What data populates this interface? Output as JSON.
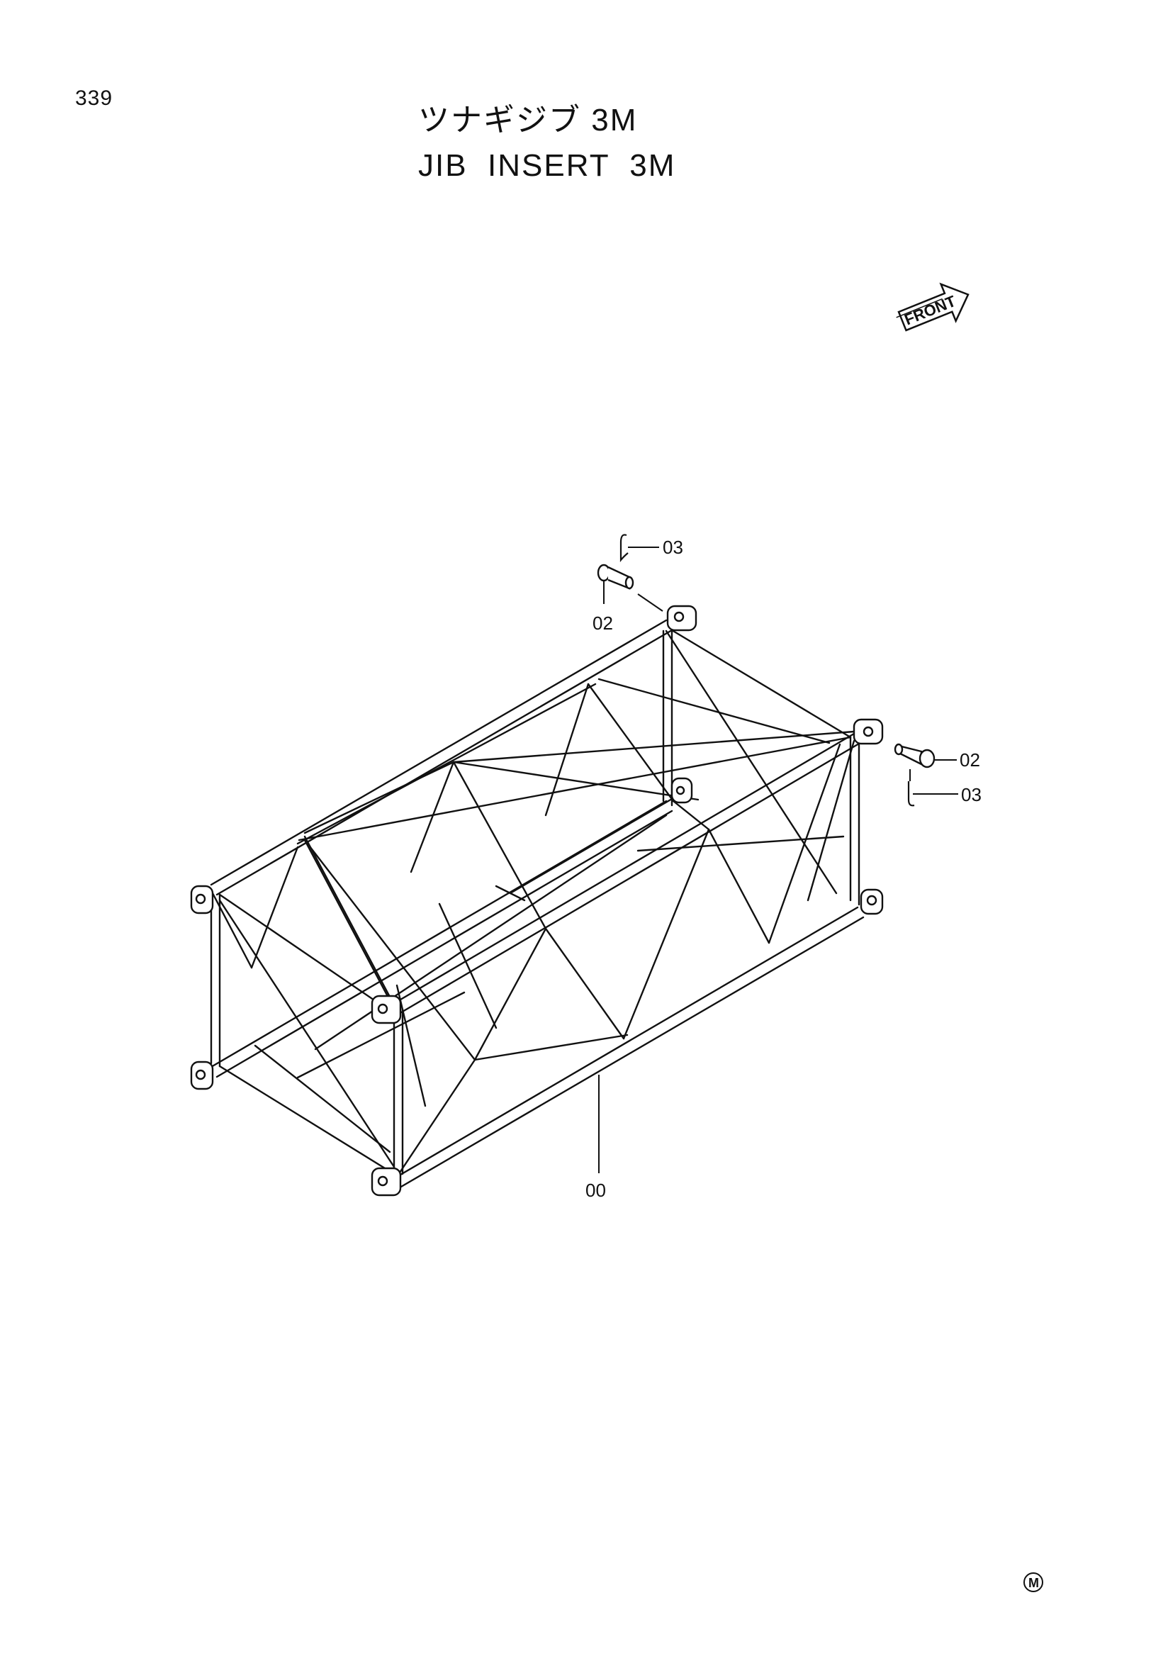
{
  "page": {
    "number": "339",
    "title_jp": "ツナギジブ 3M",
    "title_en": "JIB  INSERT  3M"
  },
  "front_indicator": {
    "label": "FRONT"
  },
  "callouts": [
    {
      "label": "00",
      "part": "jib-insert-frame"
    },
    {
      "label": "02",
      "part": "pin-rear"
    },
    {
      "label": "03",
      "part": "clip-rear"
    },
    {
      "label": "02",
      "part": "pin-front"
    },
    {
      "label": "03",
      "part": "clip-front"
    }
  ],
  "footer_mark": {
    "label": "M"
  }
}
